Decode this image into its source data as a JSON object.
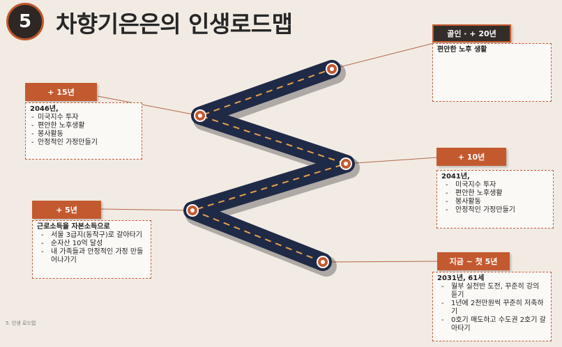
{
  "slide": {
    "number": "5",
    "title": "차향기은은의 인생로드맵",
    "footer": "5. 인생 로드맵"
  },
  "colors": {
    "accent": "#c35a2f",
    "road": "#1f2a47",
    "road_dash": "#e8a04a",
    "background": "#f1ebe3"
  },
  "milestones": {
    "now": {
      "tag": "지금 ~ 첫 5년",
      "heading": "2031년, 61세",
      "items": [
        "월부 실전반 도전, 꾸준히 강의 듣기",
        "1년에 2천만원씩 꾸준히 저축하기",
        "0호기 매도하고 수도권 2호기 갈아타기"
      ]
    },
    "plus5": {
      "tag": "+ 5년",
      "heading": "근로소득을 자본소득으로",
      "items": [
        "서울 3급지(동작구)로 갈아타기",
        "순자산 10억 달성",
        "내 가족들과 안정적인 가정 만들어나가기"
      ]
    },
    "plus10": {
      "tag": "+ 10년",
      "heading": "2041년,",
      "items": [
        "미국지수 투자",
        "편안한 노후생활",
        "봉사활동",
        "안정적인 가정만들기"
      ]
    },
    "plus15": {
      "tag": "+ 15년",
      "heading": "2046년,",
      "items": [
        "미국지수 투자",
        "편안한 노후생활",
        "봉사활동",
        "안정적인 가정만들기"
      ]
    },
    "final": {
      "tag": "골인 · + 20년",
      "heading": "편안한 노후 생활"
    }
  }
}
